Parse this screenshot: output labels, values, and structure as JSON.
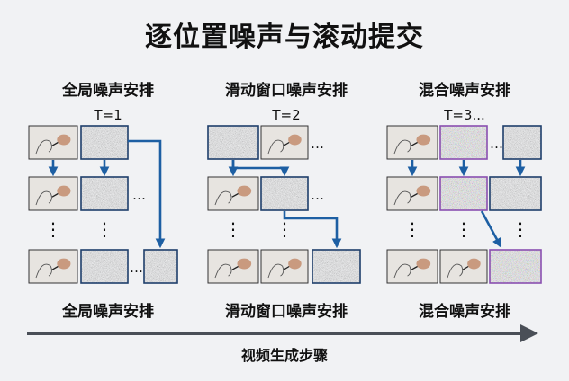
{
  "title": "逐位置噪声与滚动提交",
  "axis_label": "视频生成步骤",
  "schemes": [
    {
      "header": "全局噪声安排",
      "t_label": "T=1",
      "footer": "全局噪声安排"
    },
    {
      "header": "滑动窗口噪声安排",
      "t_label": "T=2",
      "footer": "滑动窗口噪声安排"
    },
    {
      "header": "混合噪声安排",
      "t_label": "T=3...",
      "footer": "混合噪声安排"
    }
  ],
  "ellipsis": "…",
  "vertical_ellipsis": "⋮",
  "colors": {
    "arrow": "#1d5fa3",
    "frame_border": "#1f3f6b",
    "mixed_border": "#8a4fb0"
  }
}
